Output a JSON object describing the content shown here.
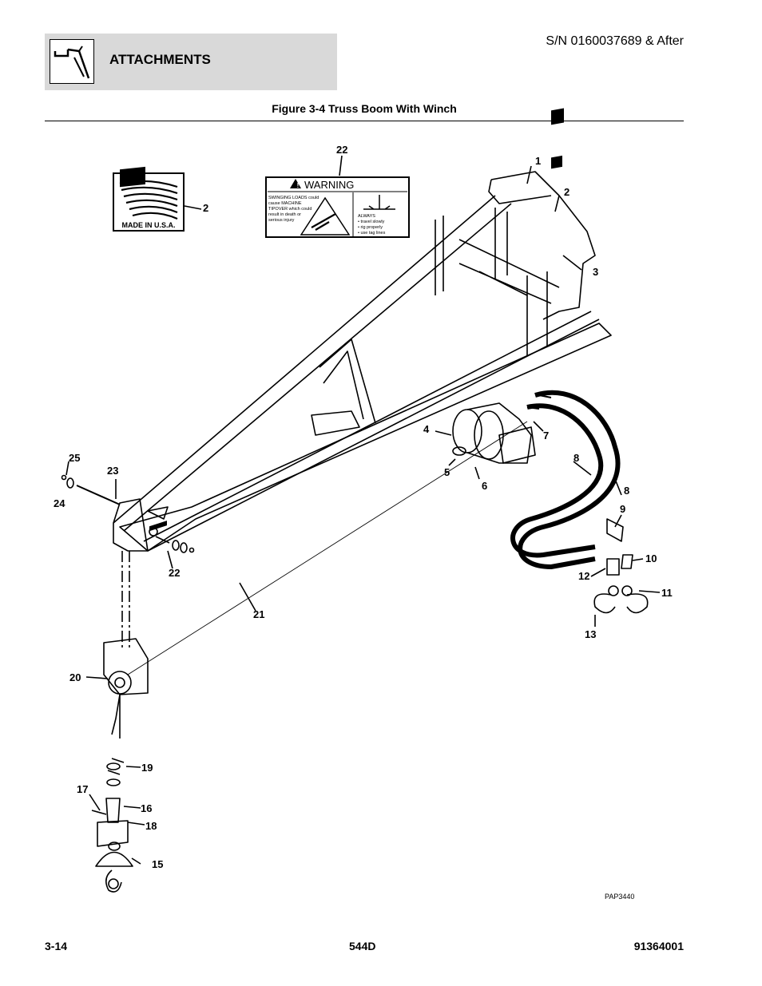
{
  "header": {
    "section_title": "ATTACHMENTS",
    "serial": "S/N 0160037689 & After",
    "section_icon": "wrench-arm-icon"
  },
  "figure": {
    "title": "Figure 3-4 Truss Boom With Winch",
    "reference": "PAP3440",
    "decal_made_in": {
      "text": "MADE IN U.S.A.",
      "icon": "us-flag-icon"
    },
    "decal_warning": {
      "heading": "WARNING",
      "line1": "SWINGING LOADS could",
      "line2": "cause MACHINE",
      "line3": "TIPOVER which could",
      "line4": "result in death or",
      "line5": "serious injury",
      "right1": "ALWAYS",
      "right2": "• travel slowly",
      "right3": "• rig properly",
      "right4": "• use tag lines"
    },
    "callouts": {
      "c1": "1",
      "c2a": "2",
      "c2b": "2",
      "c3": "3",
      "c4": "4",
      "c5": "5",
      "c6": "6",
      "c7": "7",
      "c8a": "8",
      "c8b": "8",
      "c9": "9",
      "c10": "10",
      "c11": "11",
      "c12": "12",
      "c13": "13",
      "c15": "15",
      "c16": "16",
      "c17": "17",
      "c18": "18",
      "c19": "19",
      "c20": "20",
      "c21": "21",
      "c22a": "22",
      "c22b": "22",
      "c23": "23",
      "c24": "24",
      "c25": "25"
    }
  },
  "footer": {
    "page": "3-14",
    "model": "544D",
    "manual": "91364001"
  }
}
